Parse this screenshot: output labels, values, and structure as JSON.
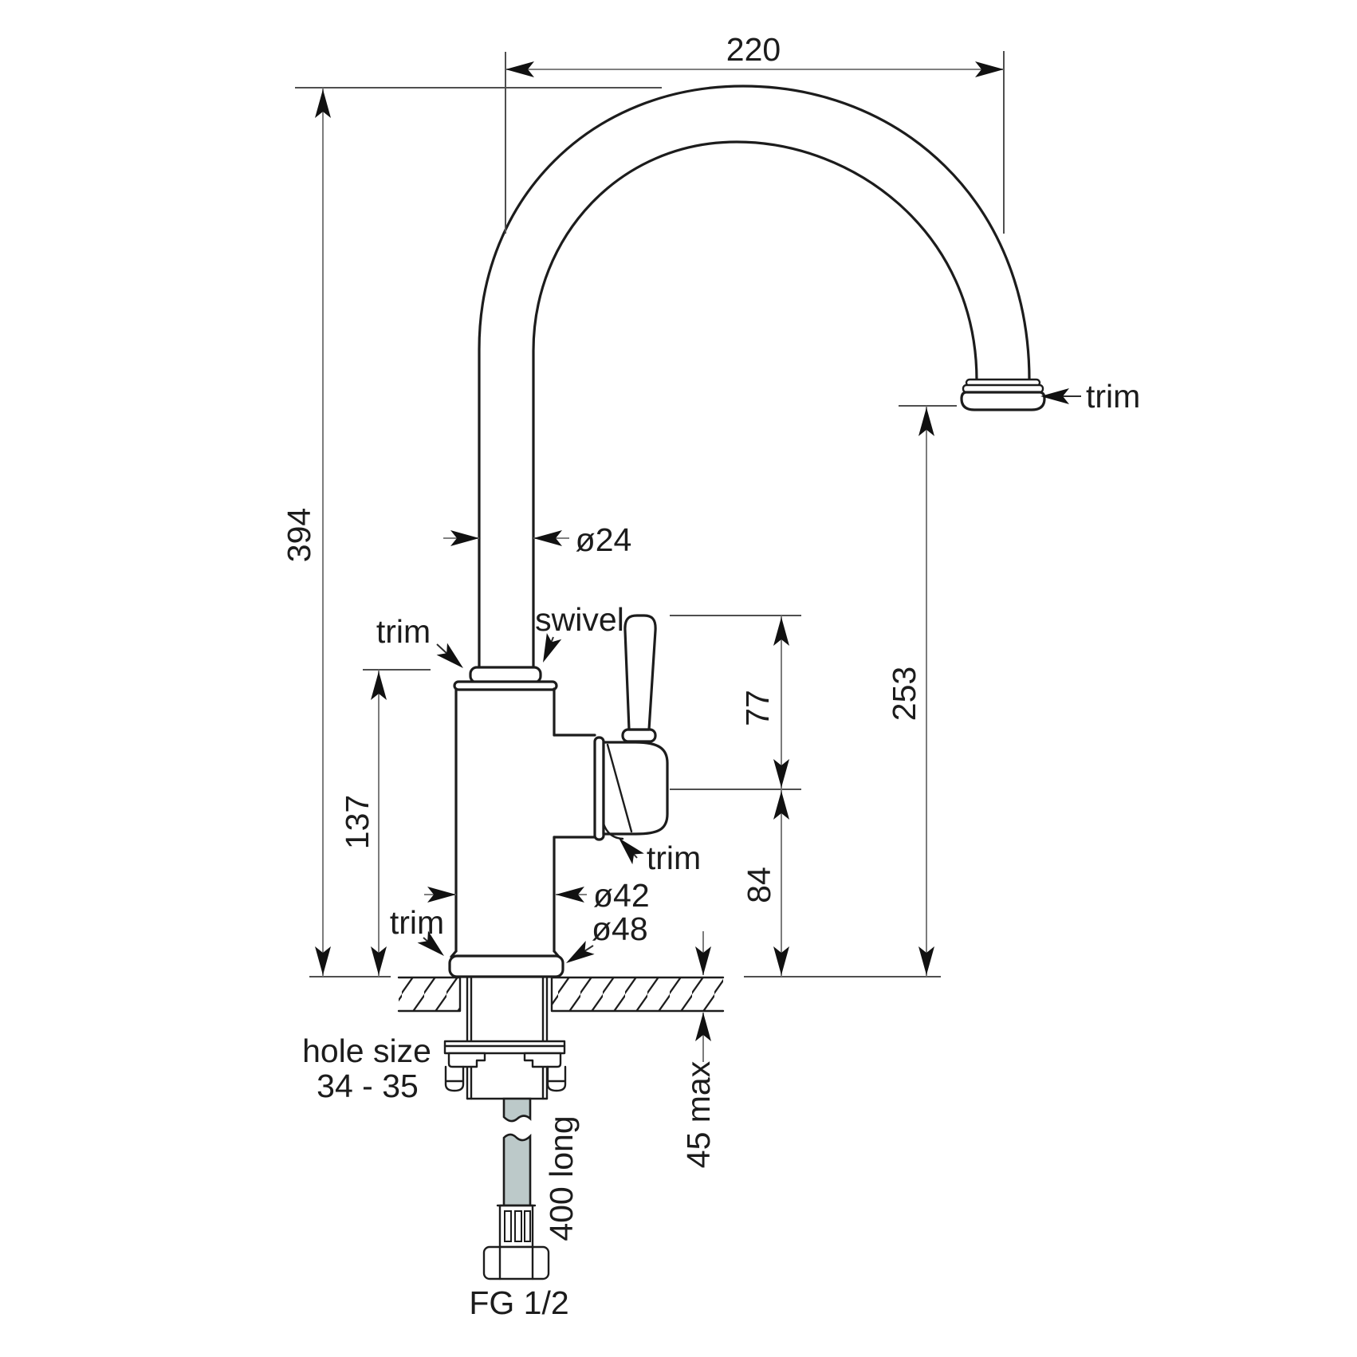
{
  "page": {
    "background": "#ffffff"
  },
  "drawing": {
    "type": "technical-dimension-drawing",
    "subject": "kitchen sink mixer tap, side elevation with installation dimensions",
    "colors": {
      "line": "#1c1c1c",
      "dimension_line": "#6e6e6e",
      "hose_fill": "#bcc9c9",
      "background": "#ffffff"
    },
    "labels": {
      "reach": "220",
      "overall_height": "394",
      "spout_diameter": "ø24",
      "trim_spout": "trim",
      "trim_top": "trim",
      "swivel": "swivel",
      "lever_to_axis": "77",
      "outlet_height": "253",
      "trim_handle": "trim",
      "body_diameter": "ø42",
      "base_diameter": "ø48",
      "axis_to_bench": "84",
      "body_height": "137",
      "trim_base": "trim",
      "hole_size_line1": "hole size",
      "hole_size_line2": "34 - 35",
      "bench_thickness": "45 max",
      "hose_length": "400 long",
      "thread": "FG 1/2"
    }
  }
}
